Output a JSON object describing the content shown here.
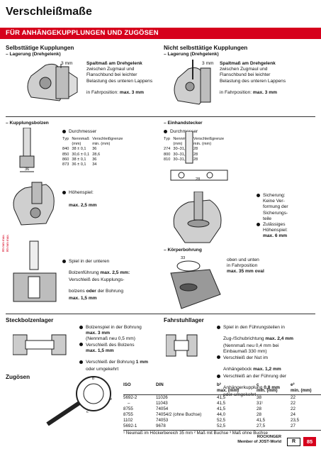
{
  "page": {
    "title": "Verschleißmaße",
    "section_bar": "FÜR ANHÄNGEKUPPLUNGEN UND ZUGÖSEN"
  },
  "selbst": {
    "heading": "Selbsttätige Kupplungen",
    "sub": "– Lagerung (Drehgelenk)",
    "dim": "3 mm",
    "text_lines": [
      "Spaltmaß am Drehgelenk",
      "zwischen Zugmaul und",
      "Flanschbund bei leichter",
      "Belastung des unteren Lappens",
      "in Fahrposition: "
    ],
    "text_max": "max. 3 mm"
  },
  "nicht": {
    "heading": "Nicht selbsttätige Kupplungen",
    "sub": "– Lagerung (Drehgelenk)",
    "dim": "3 mm",
    "text_lines": [
      "Spaltmaß am Drehgelenk",
      "zwischen Zugmaul und",
      "Flanschbund bei leichter",
      "Belastung des unteren Lappens",
      "in Fahrposition: "
    ],
    "text_max": "max. 3 mm"
  },
  "bolzen": {
    "heading": "– Kupplungsbolzen",
    "diameter_label": "Durchmesser",
    "col_typ": "Typ",
    "col_nenn": "Nennmaß",
    "col_nenn_unit": "(mm)",
    "col_grenze": "Verschleißgrenze",
    "col_grenze_unit": "min. (mm)",
    "rows": [
      {
        "typ": "840",
        "nenn": "38   ± 0,1",
        "grenze": "36"
      },
      {
        "typ": "850",
        "nenn": "30,6 ± 0,1",
        "grenze": "28,6"
      },
      {
        "typ": "860",
        "nenn": "38   ± 0,1",
        "grenze": "36"
      },
      {
        "typ": "873",
        "nenn": "36   ± 0,1",
        "grenze": "34"
      }
    ],
    "dim": "36",
    "hoehenspiel": "Höhenspiel:",
    "hoehenspiel_max": "max. 2,5 mm",
    "spiel_lines": [
      "Spiel in der unteren",
      "Bolzenführung "
    ],
    "spiel_bold1": "max. 2,5 mm:",
    "spiel_lines2": [
      "Verschleiß des Kupplungs-",
      "bolzens "
    ],
    "spiel_oder": "oder",
    "spiel_rest": " der Bohrung",
    "spiel_max": "max. 1,5 mm",
    "vert_label": "80 mm max.",
    "vert_label2": "80 mm max."
  },
  "einhand": {
    "heading": "– Einhandstecker",
    "diameter_label": "Durchmesser",
    "col_typ": "Typ",
    "col_nenn": "Nennmaß",
    "col_nenn_unit": "(mm)",
    "col_grenze": "Verschleißgrenze",
    "col_grenze_unit": "min. (mm)",
    "rows": [
      {
        "typ": "274",
        "nenn": "30–31,5",
        "grenze": "28"
      },
      {
        "typ": "800",
        "nenn": "30–31,5",
        "grenze": "28"
      },
      {
        "typ": "810",
        "nenn": "30–31,5",
        "grenze": "28"
      }
    ],
    "dim": "28",
    "sich_items": [
      "Sicherung:",
      "Keine Ver-",
      "formung der",
      "Sicherungs-",
      "teile"
    ],
    "zul_items": [
      "Zulässiges",
      "Höhenspiel:"
    ],
    "zul_max": "max. 6 mm"
  },
  "koerper": {
    "heading": "– Körperbohrung",
    "dim": "33",
    "text_lines": [
      "oben und unten",
      "in Fahrposition"
    ],
    "text_max": "max. 35 mm oval"
  },
  "steck": {
    "heading": "Steckbolzenlager",
    "items": [
      {
        "pre": "Bolzenspiel in der Bohrung",
        "bold": "max. 3 mm"
      },
      {
        "pre": "(Nennmaß neu 0,5 mm)",
        "bold": ""
      }
    ],
    "v1": "Verschleiß des Bolzens",
    "v1_bold": "max. 1,5 mm",
    "v2_pre": "Verschleiß der Bohrung ",
    "v2_bold": "1 mm",
    "v2_post": "oder umgekehrt"
  },
  "fahrstuhl": {
    "heading": "Fahrstuhllager",
    "l1": "Spiel in den Führungsteilen in",
    "l2_pre": "Zug-/Schubrichtung ",
    "l2_bold": "max. 2,4 mm",
    "l3": "(Nennmaß neu 0,4 mm bei",
    "l4": "Einbaumaß 330 mm)",
    "v1": "Verschleiß der Nut im",
    "v1b_pre": "Anhängebock ",
    "v1b_bold": "max. 1,2 mm",
    "v2": "Verschleiß an der Führung der",
    "v2b_pre": "Anhängerkupplung ",
    "v2b_bold": "0,8 mm",
    "v2c": "oder umgekehrt"
  },
  "zugoesen": {
    "heading": "Zugösen",
    "labels": [
      "b",
      "c",
      "e"
    ]
  },
  "iso_table": {
    "headers": [
      "ISO",
      "DIN",
      "b²",
      "c",
      "e²"
    ],
    "sub": [
      "",
      "",
      "max. (mm)",
      "min. (mm)",
      "min. (mm)"
    ],
    "rows": [
      [
        "5692-2",
        "11026",
        "41,5",
        "38",
        "22"
      ],
      [
        "–",
        "11043",
        "41,5",
        "31¹",
        "22"
      ],
      [
        "8755",
        "74054",
        "41,5",
        "28",
        "22"
      ],
      [
        "8755",
        "74054/2 (ohne Buchse)",
        "44,0",
        "28",
        "24"
      ],
      [
        "1102",
        "74053",
        "52,5",
        "41,5",
        "23,5"
      ],
      [
        "5692-1",
        "9678",
        "52,5",
        "27,5",
        "27"
      ]
    ],
    "footnote": "¹ Neumaß im Höckerbereich 35 mm   ² Maß mit Buchse   ³ Maß ohne Buchse"
  },
  "footer": {
    "brand": "ROCKINGER",
    "member": "Member of JOST-World",
    "page_number": "85",
    "logo_mark": "R"
  }
}
